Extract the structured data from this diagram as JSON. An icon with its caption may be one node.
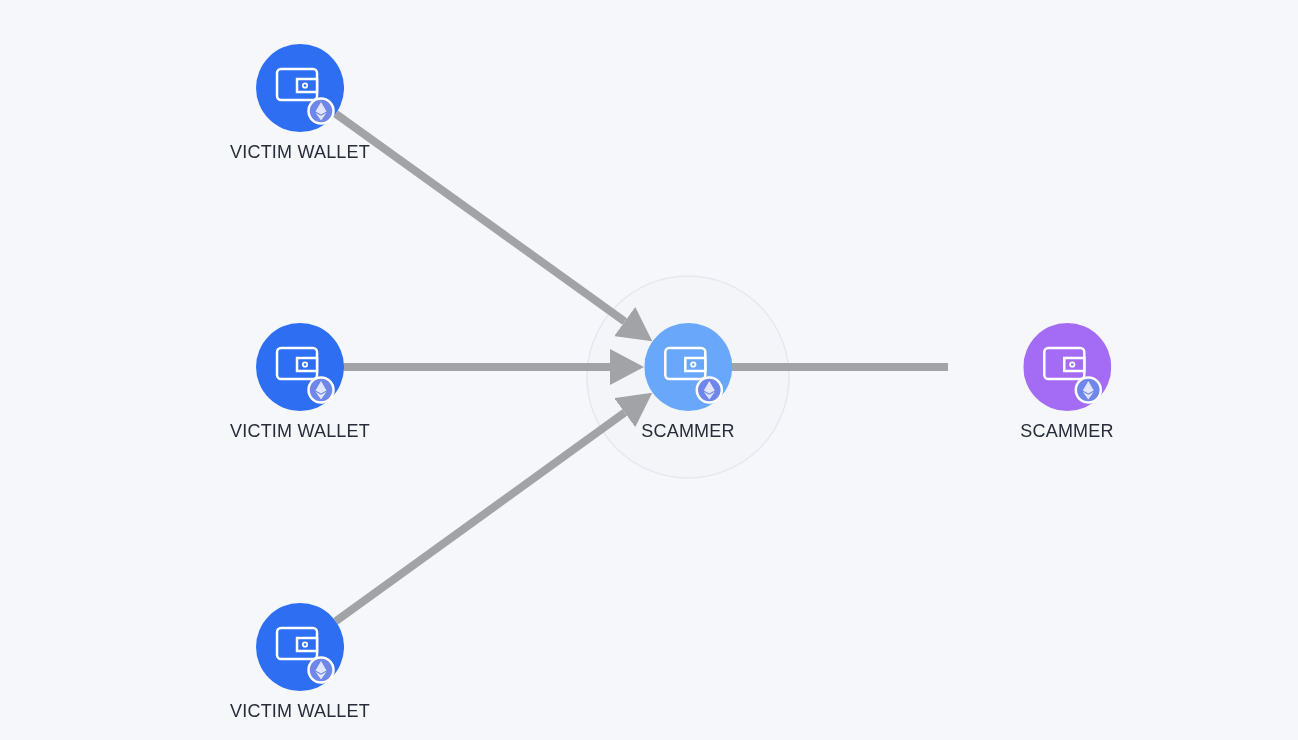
{
  "diagram": {
    "nodes": [
      {
        "text": [
          "VICTIM WALLET"
        ]
      },
      {
        "text": [
          "VICTIM WALLET"
        ]
      },
      {
        "text": [
          "VICTIM WALLET"
        ]
      },
      {
        "text": [
          "SCAMMER"
        ]
      },
      {
        "text": [
          "SCAMMER"
        ]
      }
    ],
    "edges": [
      {
        "from": 0,
        "to": 3,
        "arrow": "to"
      },
      {
        "from": 1,
        "to": 3,
        "arrow": "to"
      },
      {
        "from": 2,
        "to": 3,
        "arrow": "to"
      },
      {
        "from": 3,
        "to": null,
        "arrow": "none"
      }
    ]
  }
}
